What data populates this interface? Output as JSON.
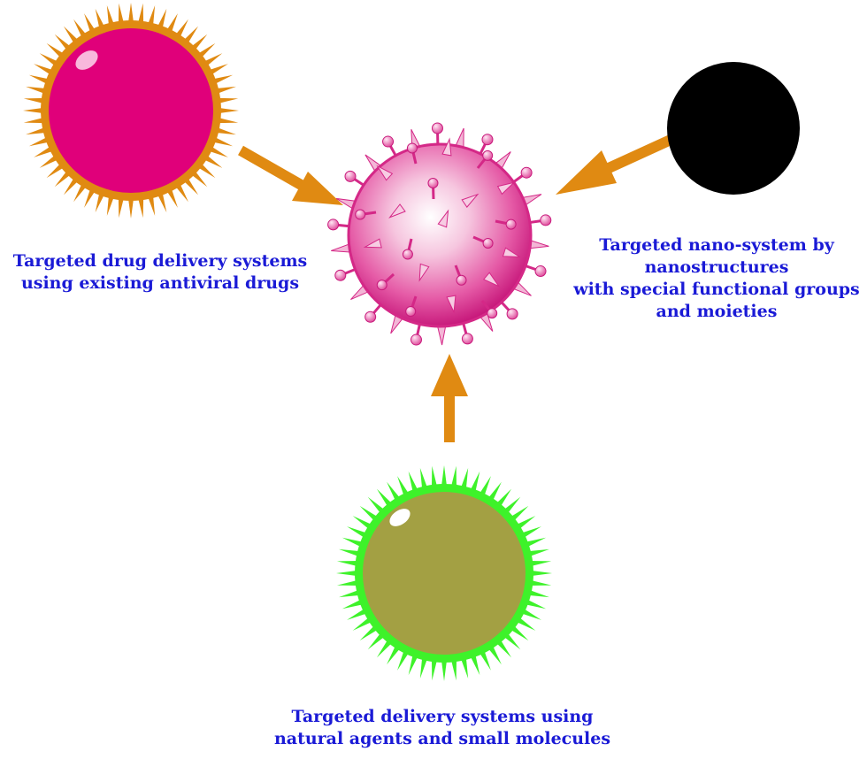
{
  "diagram": {
    "center": {
      "name": "virus-particle"
    },
    "nodes": [
      {
        "id": "drug",
        "name": "drug-delivery-particle",
        "fill": "#e0007a",
        "ring": "#e08a12",
        "spikes": "#e08a12",
        "label_lines": [
          "Targeted drug delivery systems",
          "using existing antiviral drugs"
        ]
      },
      {
        "id": "nano",
        "name": "nano-system-particle",
        "fill": "#000000",
        "ring": "#000000",
        "spikes": null,
        "label_lines": [
          "Targeted  nano-system by",
          "nanostructures",
          "with special functional groups",
          "and moieties"
        ]
      },
      {
        "id": "natural",
        "name": "natural-agents-particle",
        "fill": "#a3a043",
        "ring": "#3ef22a",
        "spikes": "#3ef22a",
        "label_lines": [
          "Targeted delivery systems using",
          "natural agents and small molecules"
        ]
      }
    ],
    "arrow_color": "#e08a12",
    "label_color": "#1a1ad6"
  }
}
